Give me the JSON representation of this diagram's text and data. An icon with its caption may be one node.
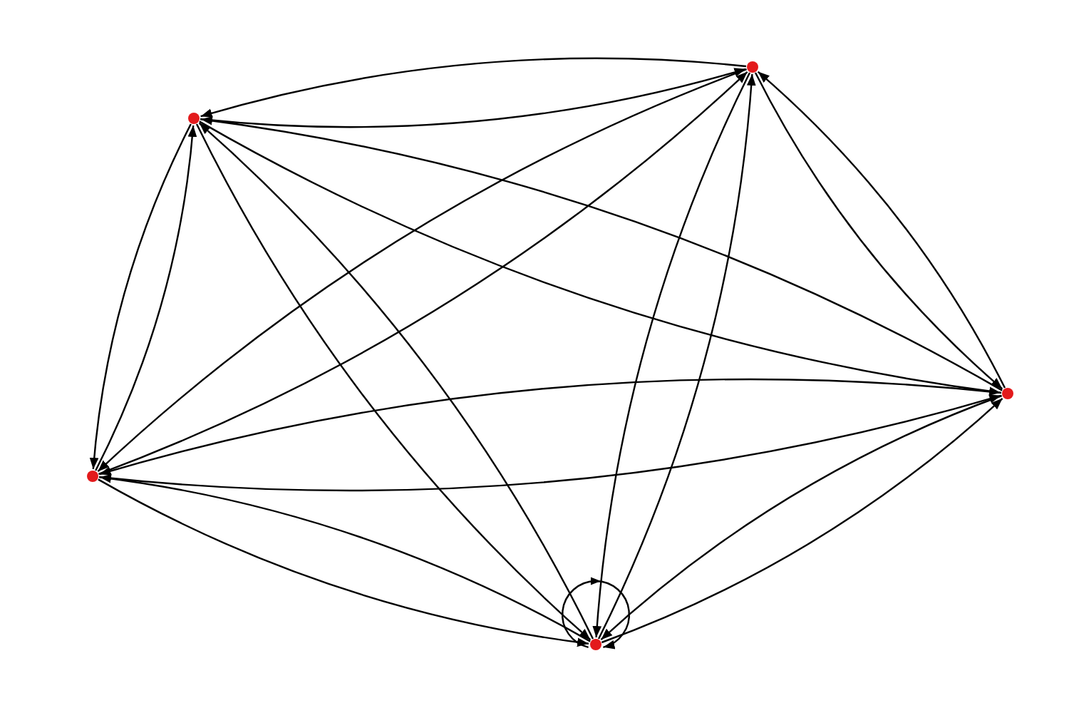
{
  "diagram": {
    "nodes": [
      {
        "text": [],
        "shape": "circle"
      },
      {
        "text": [],
        "shape": "circle"
      },
      {
        "text": [],
        "shape": "circle"
      },
      {
        "text": [],
        "shape": "circle"
      },
      {
        "text": [],
        "shape": "circle"
      }
    ],
    "edges": [
      {
        "from": 0,
        "to": 1,
        "arrow": "to"
      },
      {
        "from": 0,
        "to": 2,
        "arrow": "to"
      },
      {
        "from": 0,
        "to": 3,
        "arrow": "to"
      },
      {
        "from": 0,
        "to": 4,
        "arrow": "to"
      },
      {
        "from": 1,
        "to": 0,
        "arrow": "to"
      },
      {
        "from": 1,
        "to": 2,
        "arrow": "to"
      },
      {
        "from": 1,
        "to": 3,
        "arrow": "to"
      },
      {
        "from": 1,
        "to": 4,
        "arrow": "to"
      },
      {
        "from": 2,
        "to": 0,
        "arrow": "to"
      },
      {
        "from": 2,
        "to": 1,
        "arrow": "to"
      },
      {
        "from": 2,
        "to": 3,
        "arrow": "to"
      },
      {
        "from": 2,
        "to": 4,
        "arrow": "to"
      },
      {
        "from": 3,
        "to": 0,
        "arrow": "to"
      },
      {
        "from": 3,
        "to": 1,
        "arrow": "to"
      },
      {
        "from": 3,
        "to": 2,
        "arrow": "to"
      },
      {
        "from": 3,
        "to": 4,
        "arrow": "to"
      },
      {
        "from": 4,
        "to": 0,
        "arrow": "to"
      },
      {
        "from": 4,
        "to": 1,
        "arrow": "to"
      },
      {
        "from": 4,
        "to": 2,
        "arrow": "to"
      },
      {
        "from": 4,
        "to": 3,
        "arrow": "to"
      },
      {
        "from": 2,
        "to": 2,
        "arrow": "to"
      }
    ]
  }
}
